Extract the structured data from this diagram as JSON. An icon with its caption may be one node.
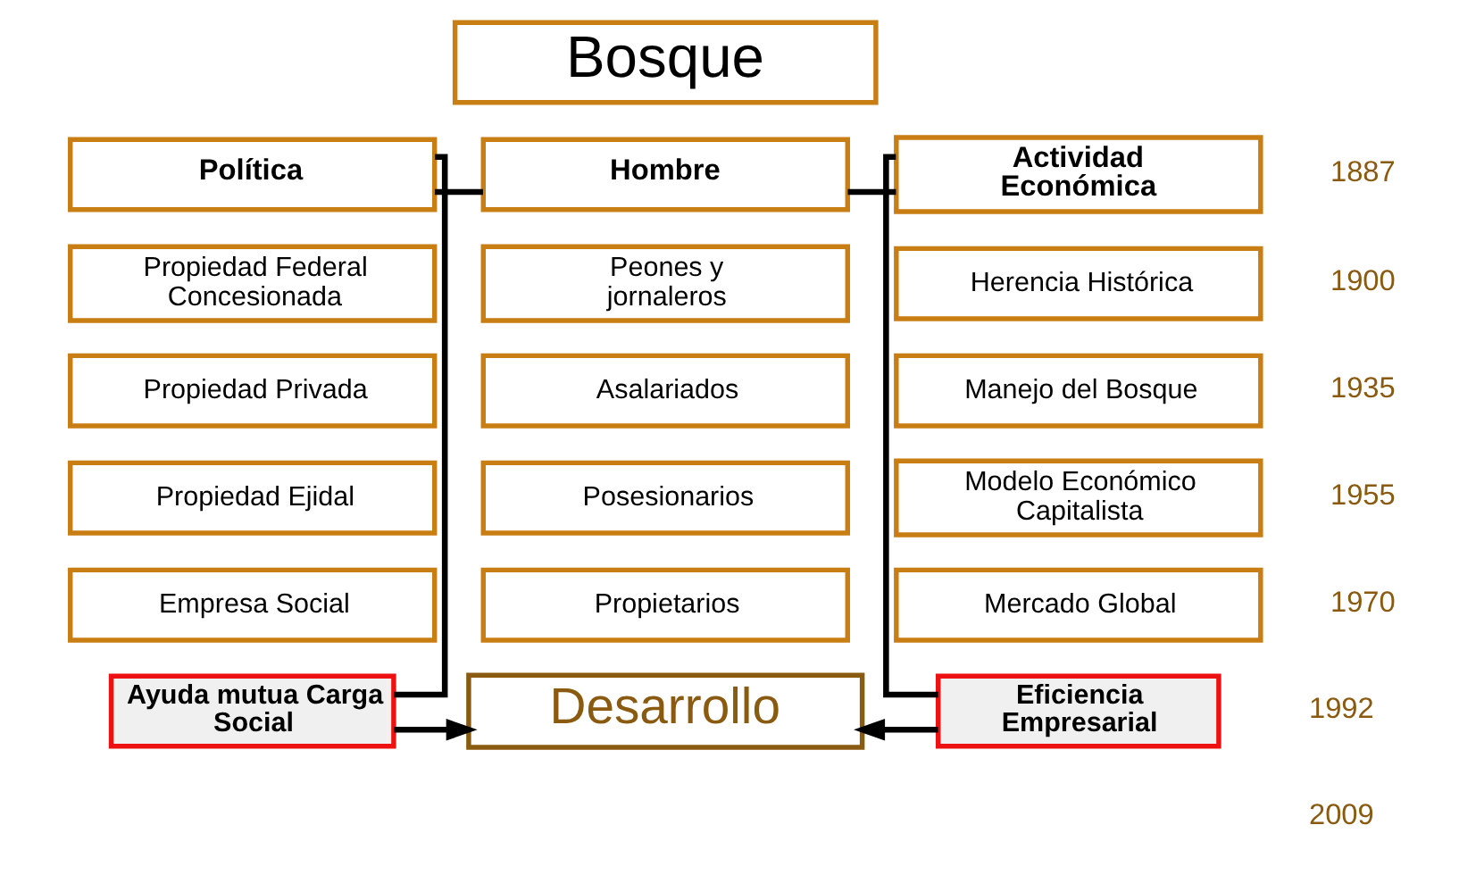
{
  "diagram": {
    "nodes": [
      {
        "text": [
          "Bosque"
        ]
      },
      {
        "text": [
          "Política"
        ]
      },
      {
        "text": [
          "Hombre"
        ]
      },
      {
        "text": [
          "Actividad Económica"
        ]
      },
      {
        "text": [
          "Propiedad Federal Concesionada"
        ]
      },
      {
        "text": [
          "Propiedad Privada"
        ]
      },
      {
        "text": [
          "Propiedad Ejidal"
        ]
      },
      {
        "text": [
          "Empresa Social"
        ]
      },
      {
        "text": [
          "Peones y jornaleros"
        ]
      },
      {
        "text": [
          "Asalariados"
        ]
      },
      {
        "text": [
          "Posesionarios"
        ]
      },
      {
        "text": [
          "Propietarios"
        ]
      },
      {
        "text": [
          "Herencia Histórica"
        ]
      },
      {
        "text": [
          "Manejo del Bosque"
        ]
      },
      {
        "text": [
          "Modelo Económico Capitalista"
        ]
      },
      {
        "text": [
          "Mercado Global"
        ]
      },
      {
        "text": [
          "Ayuda mutua Carga Social"
        ]
      },
      {
        "text": [
          "Desarrollo"
        ]
      },
      {
        "text": [
          "Eficiencia Empresarial"
        ]
      }
    ],
    "edges": [
      {
        "from": 1,
        "to": 2,
        "arrow": "none"
      },
      {
        "from": 2,
        "to": 3,
        "arrow": "none"
      },
      {
        "from": 1,
        "to": 16,
        "arrow": "none"
      },
      {
        "from": 3,
        "to": 18,
        "arrow": "none"
      },
      {
        "from": 16,
        "to": 17,
        "arrow": "to"
      },
      {
        "from": 18,
        "to": 17,
        "arrow": "to"
      }
    ],
    "labels": [
      "1887",
      "1900",
      "1935",
      "1955",
      "1970",
      "1992",
      "2009"
    ]
  }
}
